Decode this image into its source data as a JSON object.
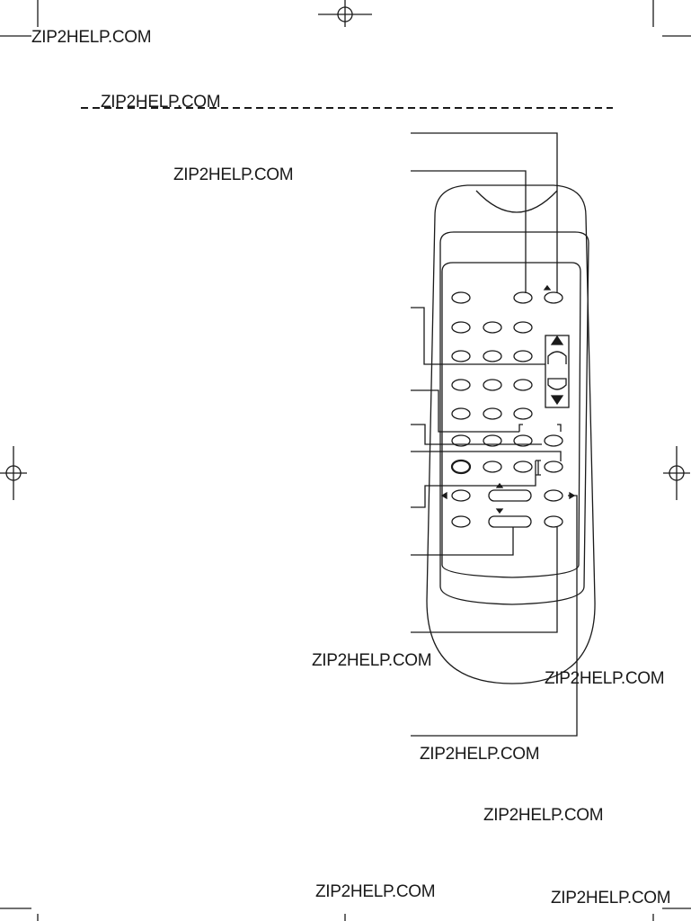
{
  "watermarks": [
    "ZIP2HELP.COM",
    "ZIP2HELP.COM",
    "ZIP2HELP.COM",
    "ZIP2HELP.COM",
    "ZIP2HELP.COM",
    "ZIP2HELP.COM",
    "ZIP2HELP.COM",
    "ZIP2HELP.COM",
    "ZIP2HELP.COM"
  ],
  "icons": {
    "eject": "eject-icon",
    "channel_up": "triangle-up-icon",
    "channel_down": "triangle-down-icon",
    "registration": "crosshair-registration-icon"
  },
  "colors": {
    "ink": "#1a1a1a",
    "background": "#ffffff"
  }
}
